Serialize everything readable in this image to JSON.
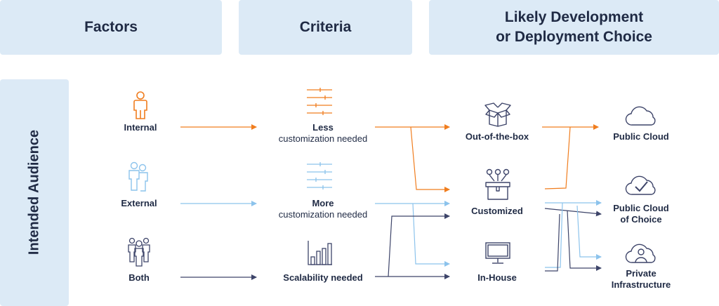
{
  "headers": {
    "factors": "Factors",
    "criteria": "Criteria",
    "choice_line1": "Likely Development",
    "choice_line2": "or Deployment Choice"
  },
  "side_label": "Intended Audience",
  "factors": {
    "internal": "Internal",
    "external": "External",
    "both": "Both"
  },
  "criteria": {
    "less_line1": "Less",
    "less_line2": "customization needed",
    "more_line1": "More",
    "more_line2": "customization needed",
    "scalability": "Scalability needed"
  },
  "choices": {
    "out_of_box": "Out-of-the-box",
    "customized": "Customized",
    "in_house": "In-House"
  },
  "deployment": {
    "public_cloud": "Public Cloud",
    "public_choice_line1": "Public Cloud",
    "public_choice_line2": "of Choice",
    "private_line1": "Private",
    "private_line2": "Infrastructure"
  },
  "colors": {
    "orange": "#f07d1e",
    "light_blue": "#8cc3ec",
    "navy": "#3d4469",
    "header_bg": "#dceaf6",
    "text": "#1f2a44"
  },
  "icons": {
    "internal": "person-icon",
    "external": "two-people-icon",
    "both": "group-icon",
    "less": "sliders-icon",
    "more": "sliders-icon",
    "scalability": "bar-chart-icon",
    "out_of_box": "open-box-icon",
    "customized": "custom-box-icon",
    "in_house": "monitor-icon",
    "public_cloud": "cloud-icon",
    "public_choice": "cloud-check-icon",
    "private": "cloud-person-icon"
  }
}
